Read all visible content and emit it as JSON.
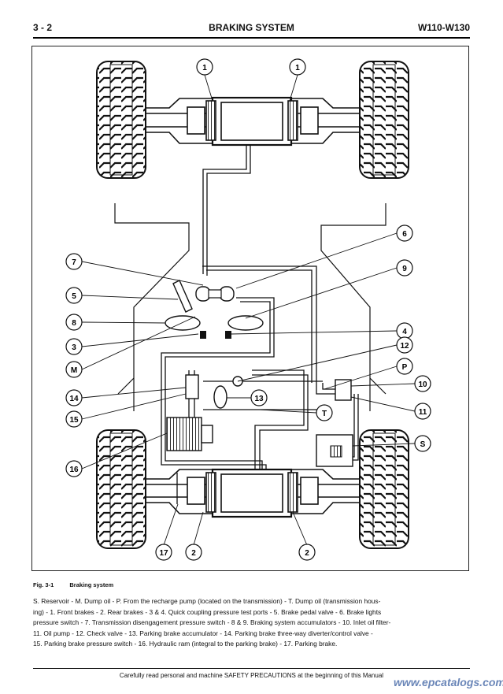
{
  "header": {
    "page_number": "3 - 2",
    "title": "BRAKING SYSTEM",
    "model": "W110-W130"
  },
  "figure": {
    "number": "Fig. 3-1",
    "caption": "Braking system",
    "callouts": [
      "1",
      "1",
      "6",
      "7",
      "9",
      "5",
      "8",
      "4",
      "3",
      "12",
      "M",
      "P",
      "14",
      "10",
      "13",
      "15",
      "11",
      "T",
      "S",
      "16",
      "17",
      "2",
      "2"
    ]
  },
  "legend": {
    "line1": "S. Reservoir - M. Dump oil - P. From the recharge pump (located on the transmission) - T. Dump oil (transmission hous-",
    "line2": "ing) - 1. Front brakes - 2. Rear brakes - 3 & 4. Quick coupling pressure test ports - 5. Brake pedal valve - 6. Brake lights",
    "line3": "pressure switch - 7. Transmission disengagement pressure switch - 8 & 9. Braking system accumulators - 10. Inlet oil filter-",
    "line4": "11. Oil pump - 12. Check valve - 13. Parking brake accumulator - 14. Parking brake three-way diverter/control  valve -",
    "line5": "15. Parking brake pressure switch - 16. Hydraulic ram (integral to the parking brake) - 17. Parking brake."
  },
  "footer": {
    "note": "Carefully read personal and machine SAFETY PRECAUTIONS at the beginning of this Manual",
    "watermark": "www.epcatalogs.com"
  }
}
